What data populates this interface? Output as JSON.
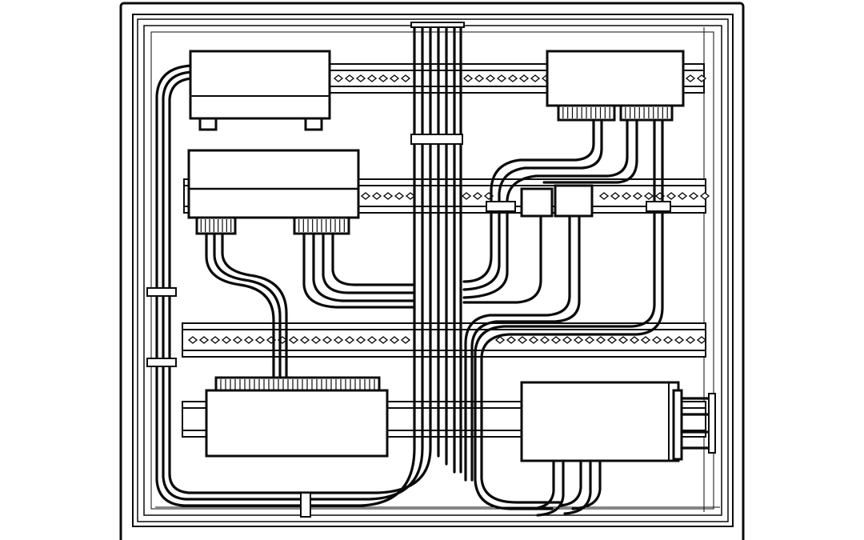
{
  "diagram": {
    "kind": "electrical-panel-wiring-illustration",
    "colors": {
      "ink": "#0b0b0b",
      "paper": "#ffffff"
    },
    "components": [
      {
        "id": "box-top-left"
      },
      {
        "id": "box-mid-left"
      },
      {
        "id": "box-bottom-left"
      },
      {
        "id": "box-top-right"
      },
      {
        "id": "box-bottom-right"
      }
    ],
    "rails": [
      {
        "id": "din-rail-1"
      },
      {
        "id": "din-rail-2"
      },
      {
        "id": "din-rail-3"
      },
      {
        "id": "din-rail-4"
      }
    ]
  }
}
